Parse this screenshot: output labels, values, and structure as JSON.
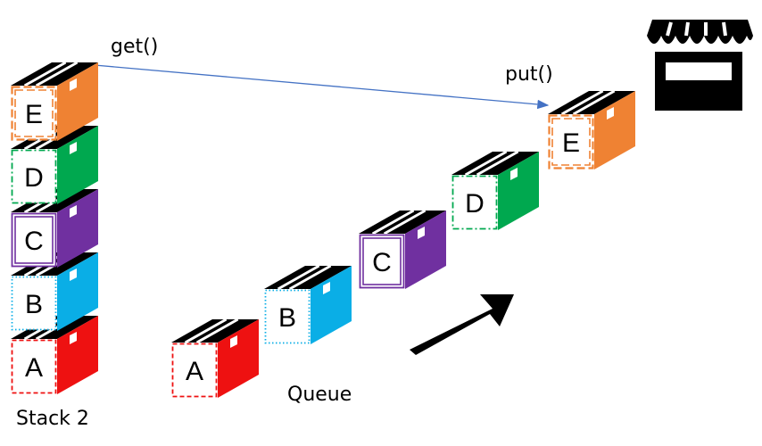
{
  "labels": {
    "get": "get()",
    "put": "put()",
    "stack": "Stack 2",
    "queue": "Queue"
  },
  "stack": [
    {
      "letter": "A",
      "color": "#ee1111",
      "border": "dashed"
    },
    {
      "letter": "B",
      "color": "#0aaee6",
      "border": "dotted"
    },
    {
      "letter": "C",
      "color": "#7030a0",
      "border": "double"
    },
    {
      "letter": "D",
      "color": "#00a84f",
      "border": "dashdot"
    },
    {
      "letter": "E",
      "color": "#ef8233",
      "border": "doubledash"
    }
  ],
  "queue": [
    {
      "letter": "A",
      "color": "#ee1111",
      "border": "dashed"
    },
    {
      "letter": "B",
      "color": "#0aaee6",
      "border": "dotted"
    },
    {
      "letter": "C",
      "color": "#7030a0",
      "border": "double"
    },
    {
      "letter": "D",
      "color": "#00a84f",
      "border": "dashdot"
    },
    {
      "letter": "E",
      "color": "#ef8233",
      "border": "doubledash"
    }
  ],
  "icons": {
    "shop": "shop-icon",
    "direction": "arrow-icon"
  },
  "colors": {
    "arrow_line": "#4472c4",
    "box_top": "#000000"
  }
}
